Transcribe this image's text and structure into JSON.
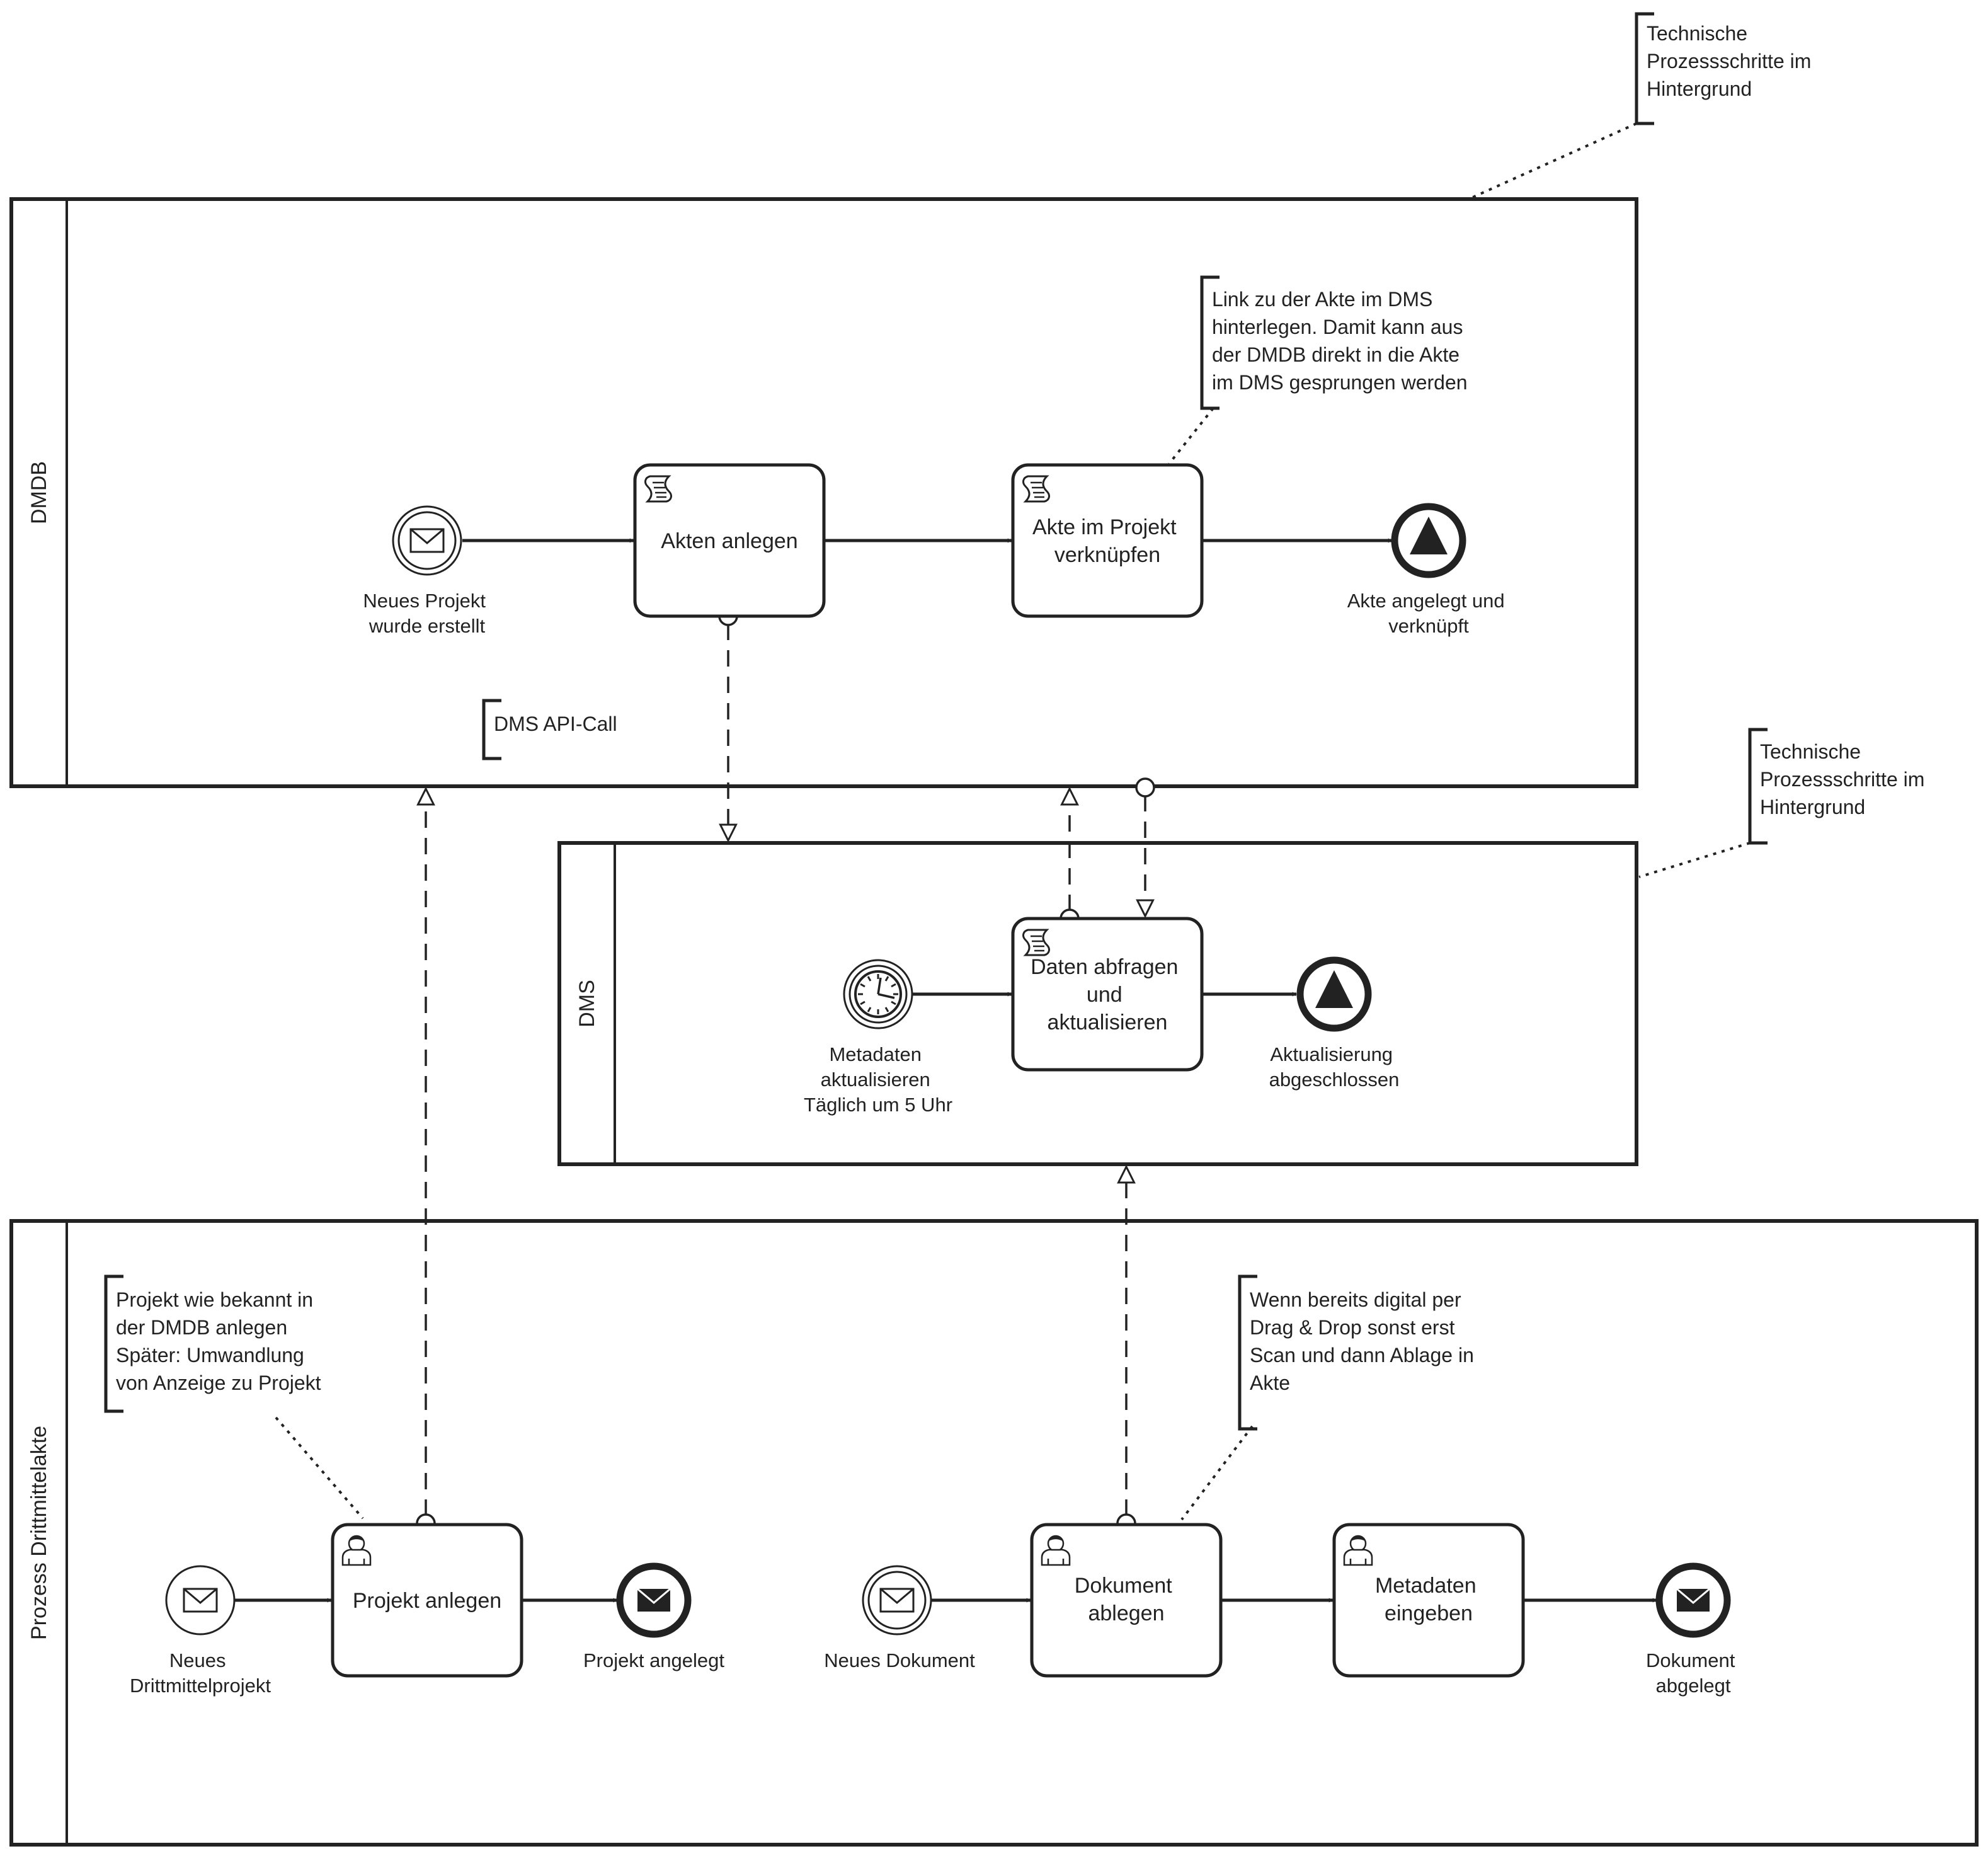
{
  "pools": {
    "dmdb": {
      "label": "DMDB"
    },
    "dms": {
      "label": "DMS"
    },
    "drittmittel": {
      "label": "Prozess Drittmittelakte"
    }
  },
  "events": {
    "neues_projekt_erstellt": [
      "Neues Projekt",
      "wurde erstellt"
    ],
    "akte_angelegt": [
      "Akte angelegt und",
      "verknüpft"
    ],
    "metadaten_timer": [
      "Metadaten",
      "aktualisieren",
      "Täglich um 5 Uhr"
    ],
    "aktualisierung_abgeschlossen": [
      "Aktualisierung",
      "abgeschlossen"
    ],
    "neues_drittmittelprojekt": [
      "Neues",
      "Drittmittelprojekt"
    ],
    "projekt_angelegt": [
      "Projekt angelegt"
    ],
    "neues_dokument": [
      "Neues Dokument"
    ],
    "dokument_abgelegt": [
      "Dokument",
      "abgelegt"
    ]
  },
  "tasks": {
    "akten_anlegen": [
      "Akten anlegen"
    ],
    "akte_verknuepfen": [
      "Akte im Projekt",
      "verknüpfen"
    ],
    "daten_abfragen": [
      "Daten abfragen",
      "und",
      "aktualisieren"
    ],
    "projekt_anlegen": [
      "Projekt anlegen"
    ],
    "dokument_ablegen": [
      "Dokument",
      "ablegen"
    ],
    "metadaten_eingeben": [
      "Metadaten",
      "eingeben"
    ]
  },
  "annotations": {
    "technische_1": [
      "Technische",
      "Prozessschritte im",
      "Hintergrund"
    ],
    "link_akte": [
      "Link zu der Akte im DMS",
      "hinterlegen. Damit kann aus",
      "der DMDB direkt in die Akte",
      "im DMS gesprungen werden"
    ],
    "dms_api": [
      "DMS API-Call"
    ],
    "technische_2": [
      "Technische",
      "Prozessschritte im",
      "Hintergrund"
    ],
    "projekt_wie_bekannt": [
      "Projekt wie bekannt in",
      "der DMDB anlegen",
      "Später: Umwandlung",
      "von Anzeige zu Projekt"
    ],
    "wenn_bereits_digital": [
      "Wenn bereits digital per",
      "Drag & Drop sonst erst",
      "Scan und dann Ablage in",
      "Akte"
    ]
  },
  "colors": {
    "stroke": "#222222",
    "background": "#ffffff"
  },
  "icons": [
    "envelope-icon",
    "timer-clock-icon",
    "script-task-icon",
    "user-task-icon",
    "signal-end-icon",
    "message-end-icon"
  ]
}
